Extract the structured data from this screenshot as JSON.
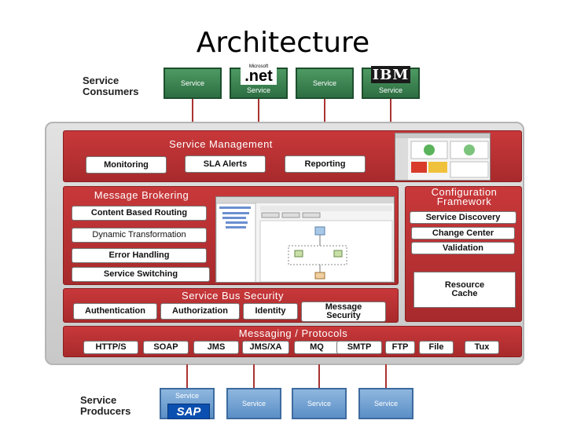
{
  "title": "Architecture",
  "consumers": {
    "label": "Service Consumers",
    "boxes": [
      "Service",
      "Service",
      "Service",
      "Service"
    ],
    "net_logo": ".net",
    "net_logo_small": "Microsoft",
    "ibm_logo": "IBM"
  },
  "producers": {
    "label": "Service Producers",
    "boxes": [
      "Service",
      "Service",
      "Service",
      "Service"
    ],
    "sap_logo": "SAP"
  },
  "service_management": {
    "title": "Service Management",
    "items": [
      "Monitoring",
      "SLA Alerts",
      "Reporting"
    ]
  },
  "message_brokering": {
    "title": "Message Brokering",
    "items": [
      "Content Based Routing",
      "Dynamic Transformation",
      "Error Handling",
      "Service Switching"
    ]
  },
  "configuration": {
    "title": "Configuration Framework",
    "items": [
      "Service Discovery",
      "Change Center",
      "Validation"
    ],
    "cache": "Resource Cache"
  },
  "security": {
    "title": "Service Bus Security",
    "items": [
      "Authentication",
      "Authorization",
      "Identity",
      "Message Security"
    ]
  },
  "messaging": {
    "title": "Messaging / Protocols",
    "items": [
      "HTTP/S",
      "SOAP",
      "JMS",
      "JMS/XA",
      "MQ",
      "SMTP",
      "FTP",
      "File",
      "Tux"
    ]
  },
  "colors": {
    "panel_red": "#b83032",
    "consumer_green": "#3d8552",
    "producer_blue": "#6f9fd2"
  }
}
